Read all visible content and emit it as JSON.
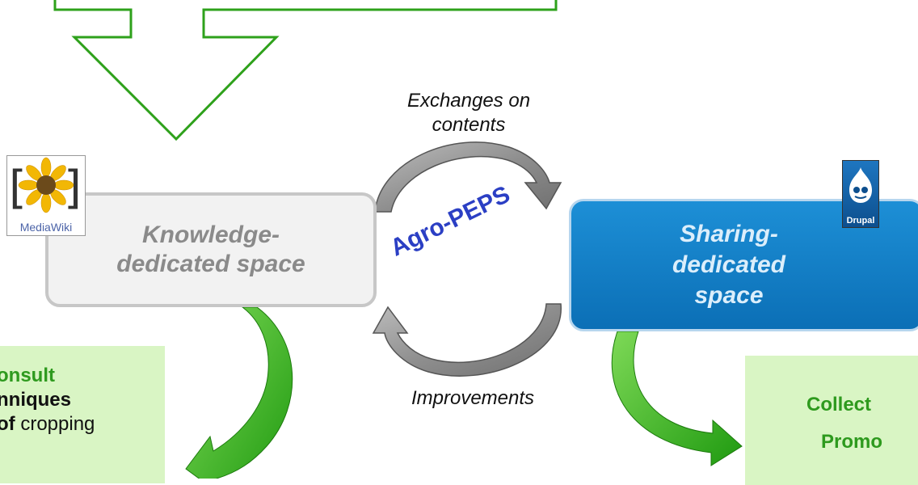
{
  "labels": {
    "exchanges_line1": "Exchanges on",
    "exchanges_line2": "contents",
    "improvements": "Improvements",
    "agro_peps": "Agro-PEPS"
  },
  "knowledge_box": {
    "line1": "Knowledge-",
    "line2": "dedicated space"
  },
  "sharing_box": {
    "line1": "Sharing-",
    "line2": "dedicated",
    "line3": "space"
  },
  "left_panel": {
    "line1": "onsult",
    "line2": "nniques",
    "line3_bold": "of",
    "line3_rest": " cropping"
  },
  "right_panel": {
    "line1": "Collect",
    "line2": "Promo"
  },
  "logos": {
    "mediawiki_caption": "MediaWiki",
    "drupal_caption": "Drupal"
  },
  "colors": {
    "green_arrow": "#2ea11b",
    "green_panel": "#d9f5c4",
    "knowledge_box": "#f2f2f2",
    "sharing_box": "#1380c8",
    "agro_peps": "#2b3fc4"
  }
}
